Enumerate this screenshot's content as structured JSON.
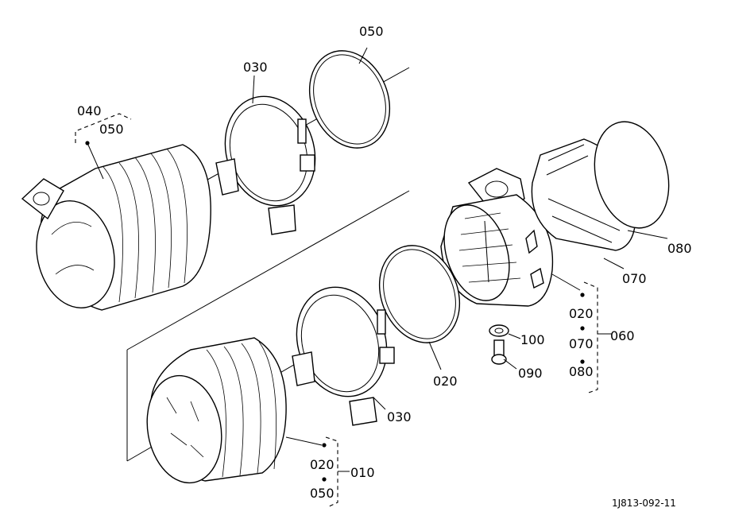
{
  "callouts": {
    "c050_top": "050",
    "c030_top": "030",
    "c040": "040",
    "c050_left": "050",
    "c080_right": "080",
    "c070_right": "070",
    "c020_mid": "020",
    "c100": "100",
    "c090": "090",
    "c060_020": "020",
    "c060_070": "070",
    "c060": "060",
    "c060_080": "080",
    "c030_bottom": "030",
    "c010_020": "020",
    "c010": "010",
    "c010_050": "050"
  },
  "figure_id": "1J813-092-11"
}
